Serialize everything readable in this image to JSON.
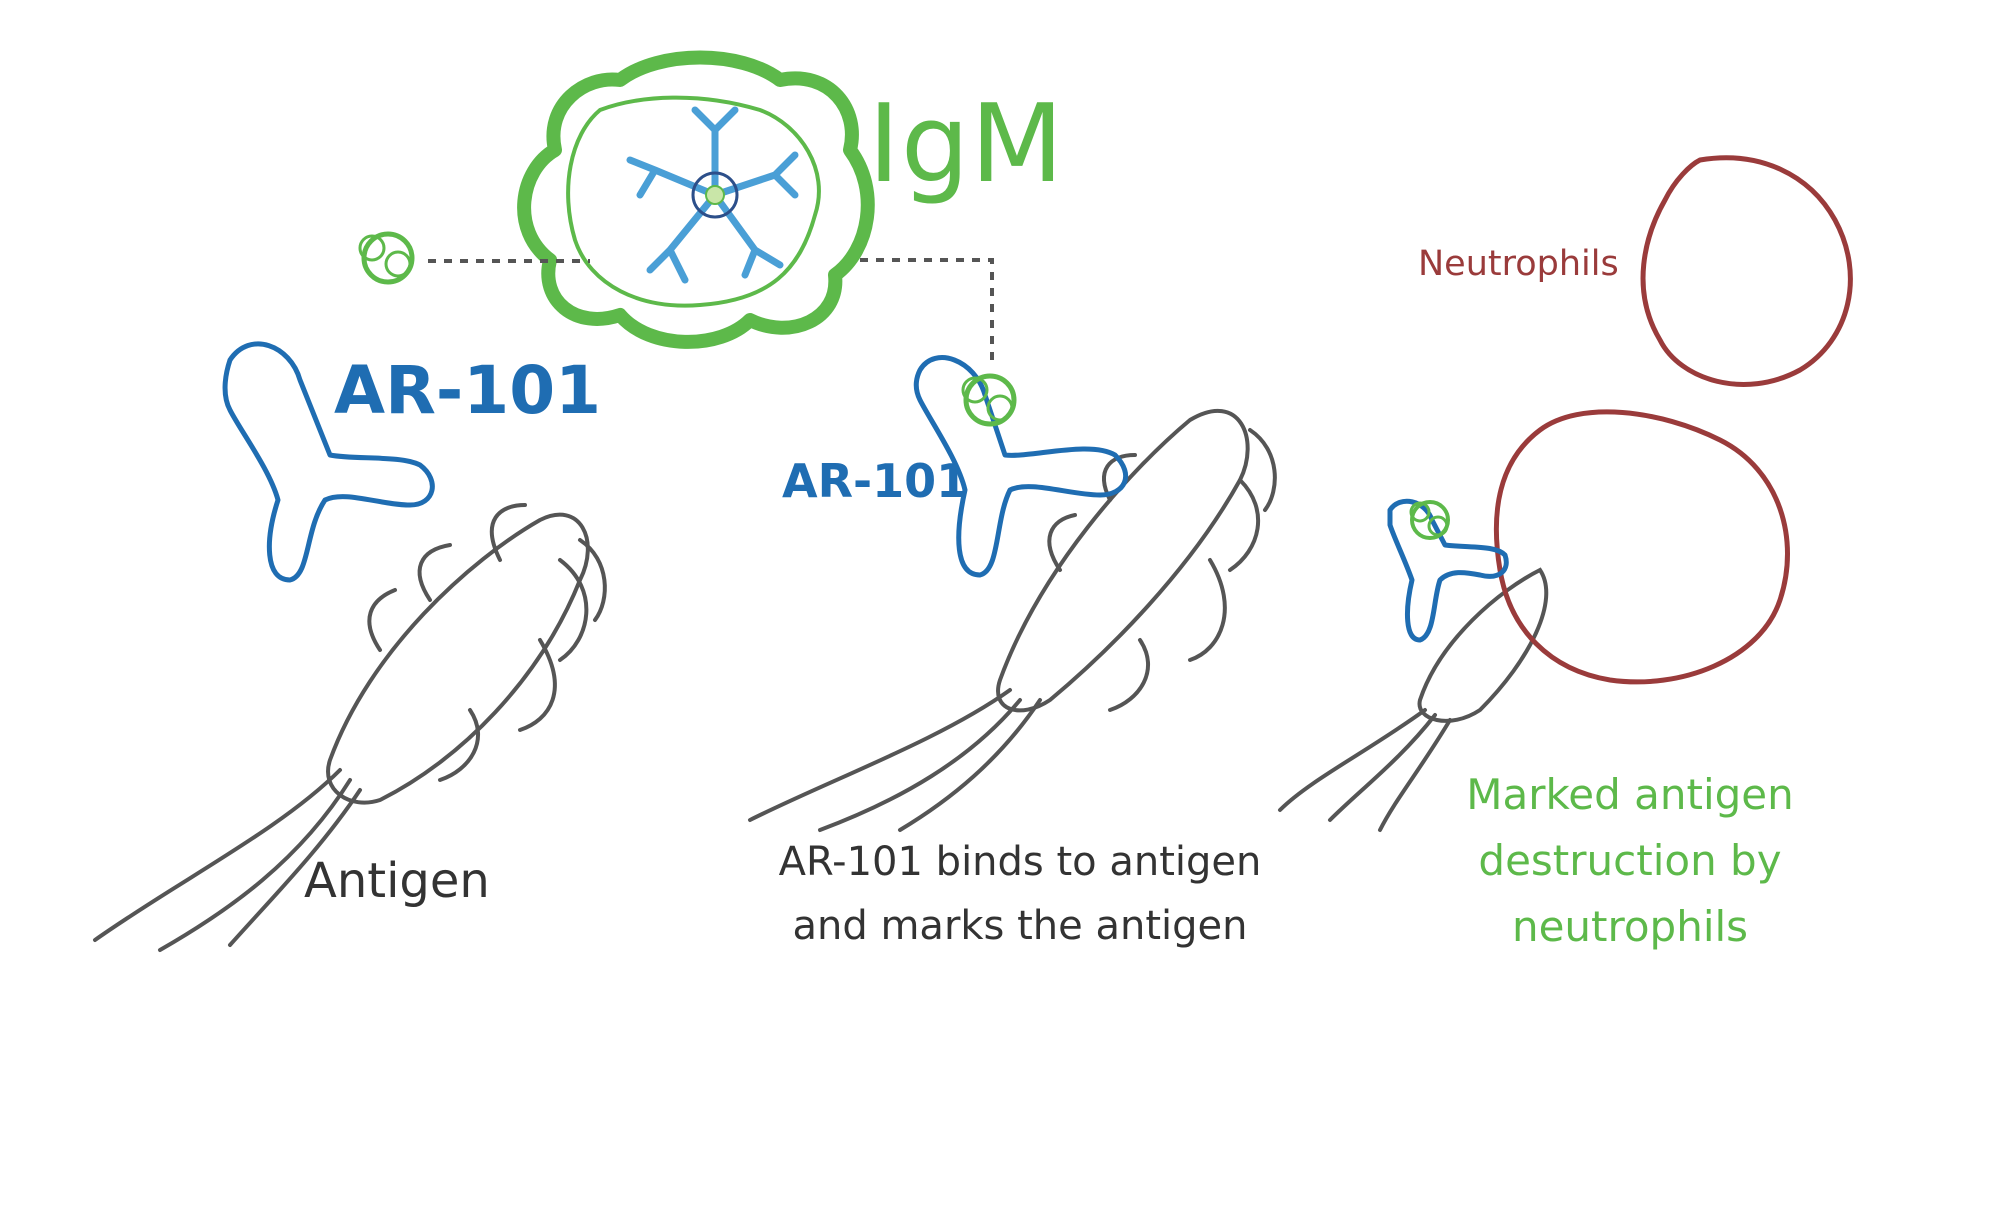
{
  "labels": {
    "igm": "IgM",
    "ar101_large": "AR-101",
    "ar101_small": "AR-101",
    "neutrophils": "Neutrophils",
    "antigen": "Antigen"
  },
  "captions": {
    "binds_line1": "AR-101 binds to antigen",
    "binds_line2": "and marks the antigen",
    "destruction_line1": "Marked antigen",
    "destruction_line2": "destruction by",
    "destruction_line3": "neutrophils"
  },
  "colors": {
    "igm_green": "#5db94a",
    "antibody_blue": "#1f6db2",
    "neutrophil_red": "#9a3b3b",
    "antigen_gray": "#555555",
    "text_dark": "#333333"
  }
}
